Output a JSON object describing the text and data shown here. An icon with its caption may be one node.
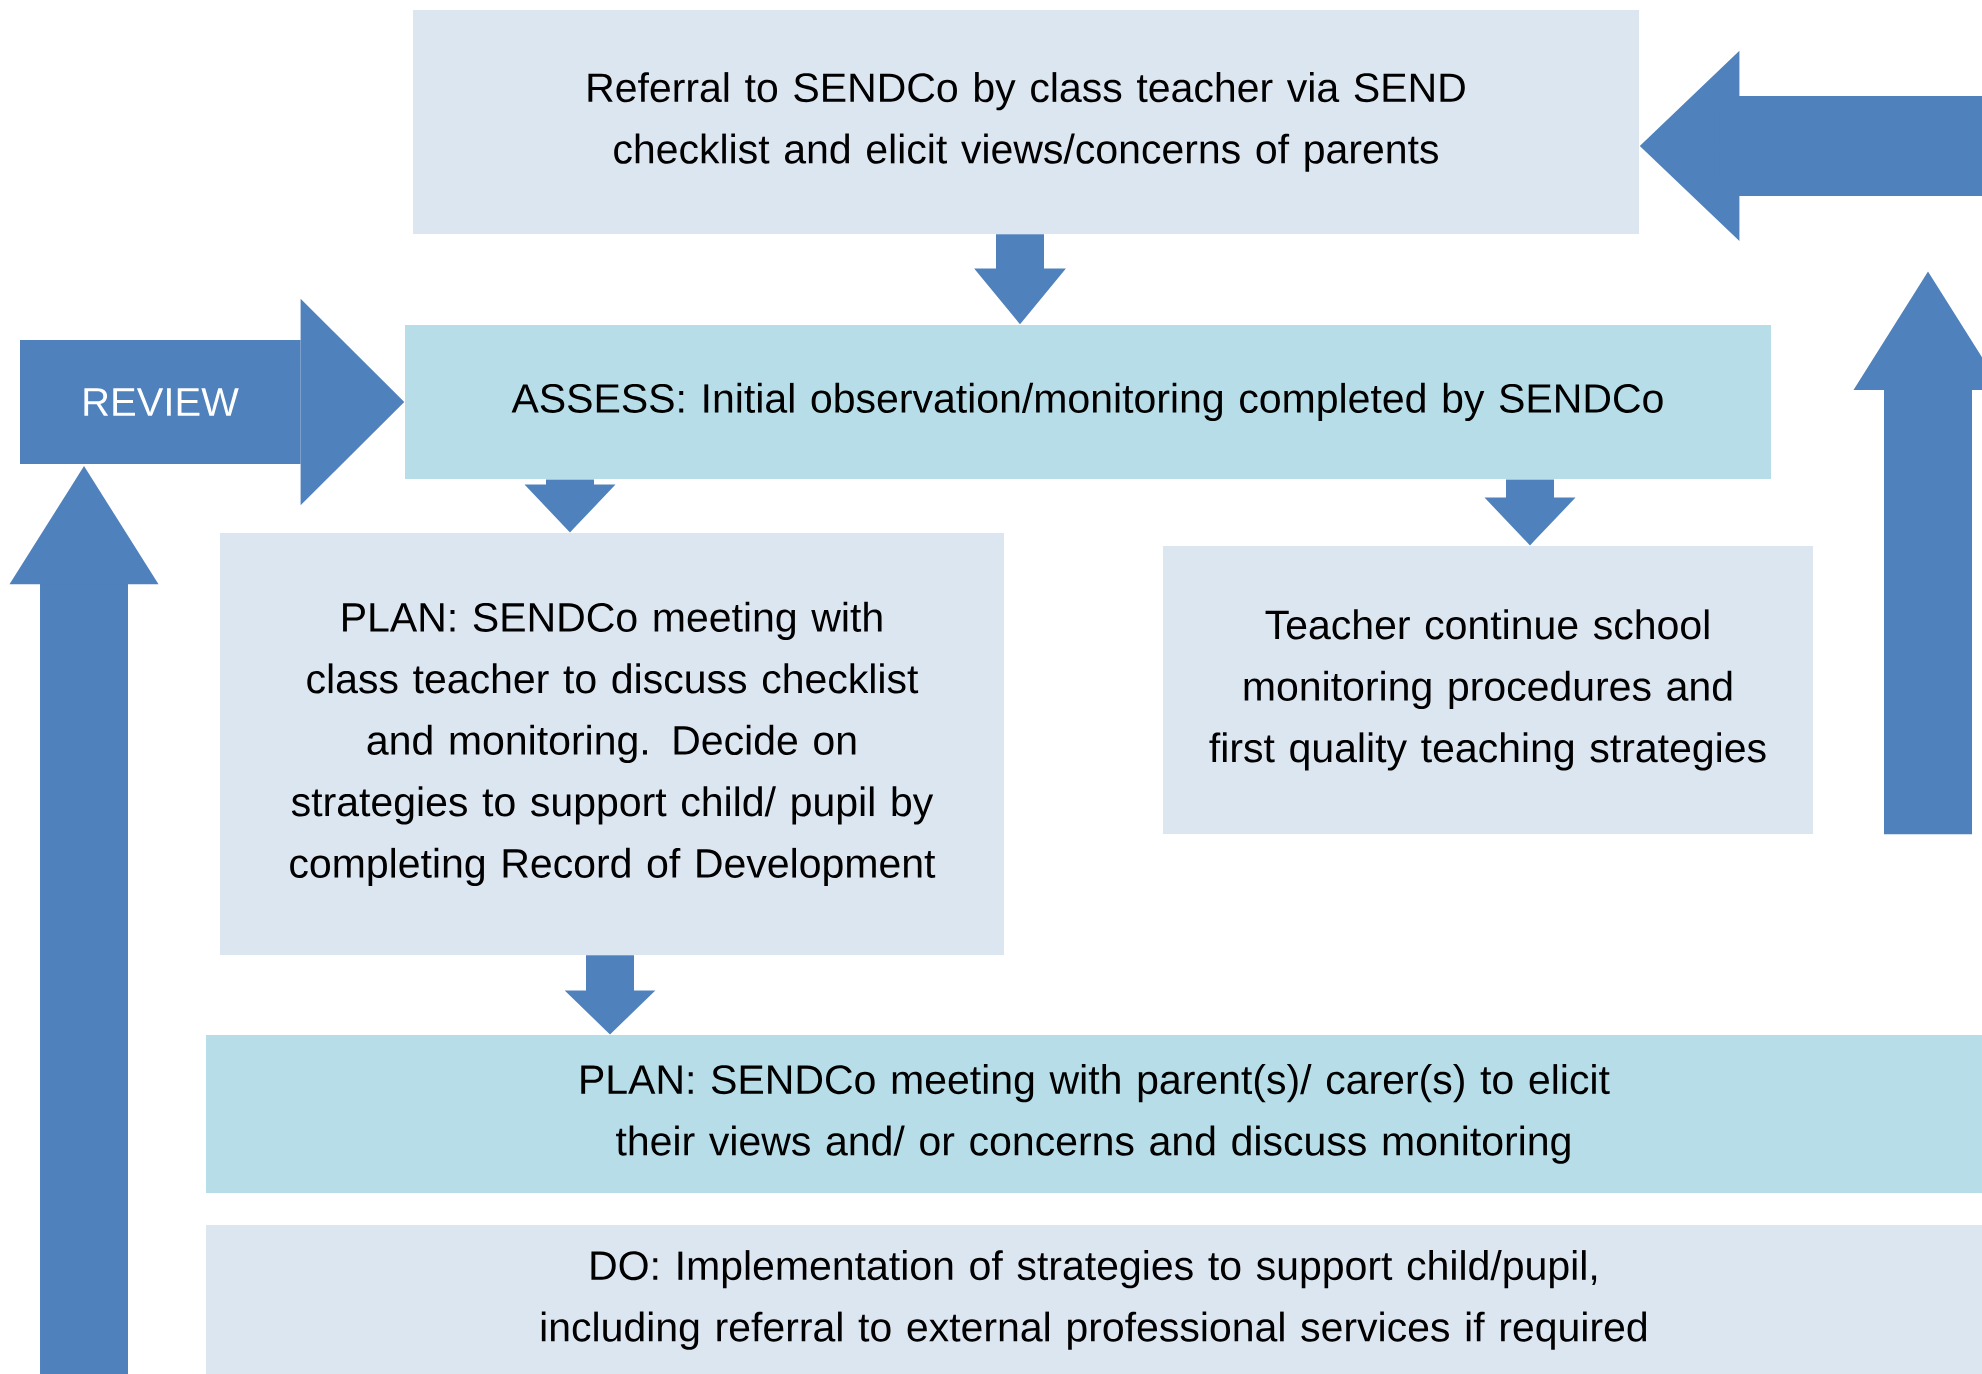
{
  "diagram": {
    "nodes": [
      {
        "text": [
          "Referral to SENDCo by class teacher via SEND checklist and elicit views/concerns of parents"
        ]
      },
      {
        "text": [
          "ASSESS: Initial observation/monitoring completed by SENDCo"
        ]
      },
      {
        "text": [
          "PLAN: SENDCo meeting with class teacher to discuss checklist and monitoring. Decide on strategies to support child/ pupil by completing Record of Development"
        ]
      },
      {
        "text": [
          "Teacher continue school monitoring procedures and first quality teaching strategies"
        ]
      },
      {
        "text": [
          "PLAN: SENDCo meeting with parent(s)/ carer(s) to elicit their views and/ or concerns and discuss monitoring"
        ]
      },
      {
        "text": [
          "DO: Implementation of strategies to support child/pupil, including referral to external professional services if required"
        ]
      },
      {
        "text": [
          "REVIEW"
        ]
      }
    ],
    "edges": [
      {
        "from": 0,
        "to": 1,
        "arrow": "to"
      },
      {
        "from": 1,
        "to": 2,
        "arrow": "to"
      },
      {
        "from": 1,
        "to": 3,
        "arrow": "to"
      },
      {
        "from": 2,
        "to": 4,
        "arrow": "to"
      },
      {
        "from": null,
        "to": 6,
        "arrow": "to",
        "style": "thick"
      },
      {
        "from": 3,
        "to": null,
        "arrow": "to",
        "style": "thick"
      },
      {
        "from": null,
        "to": 0,
        "arrow": "to",
        "style": "thick"
      },
      {
        "from": 6,
        "to": 1,
        "arrow": "to",
        "style": "thick"
      }
    ]
  }
}
